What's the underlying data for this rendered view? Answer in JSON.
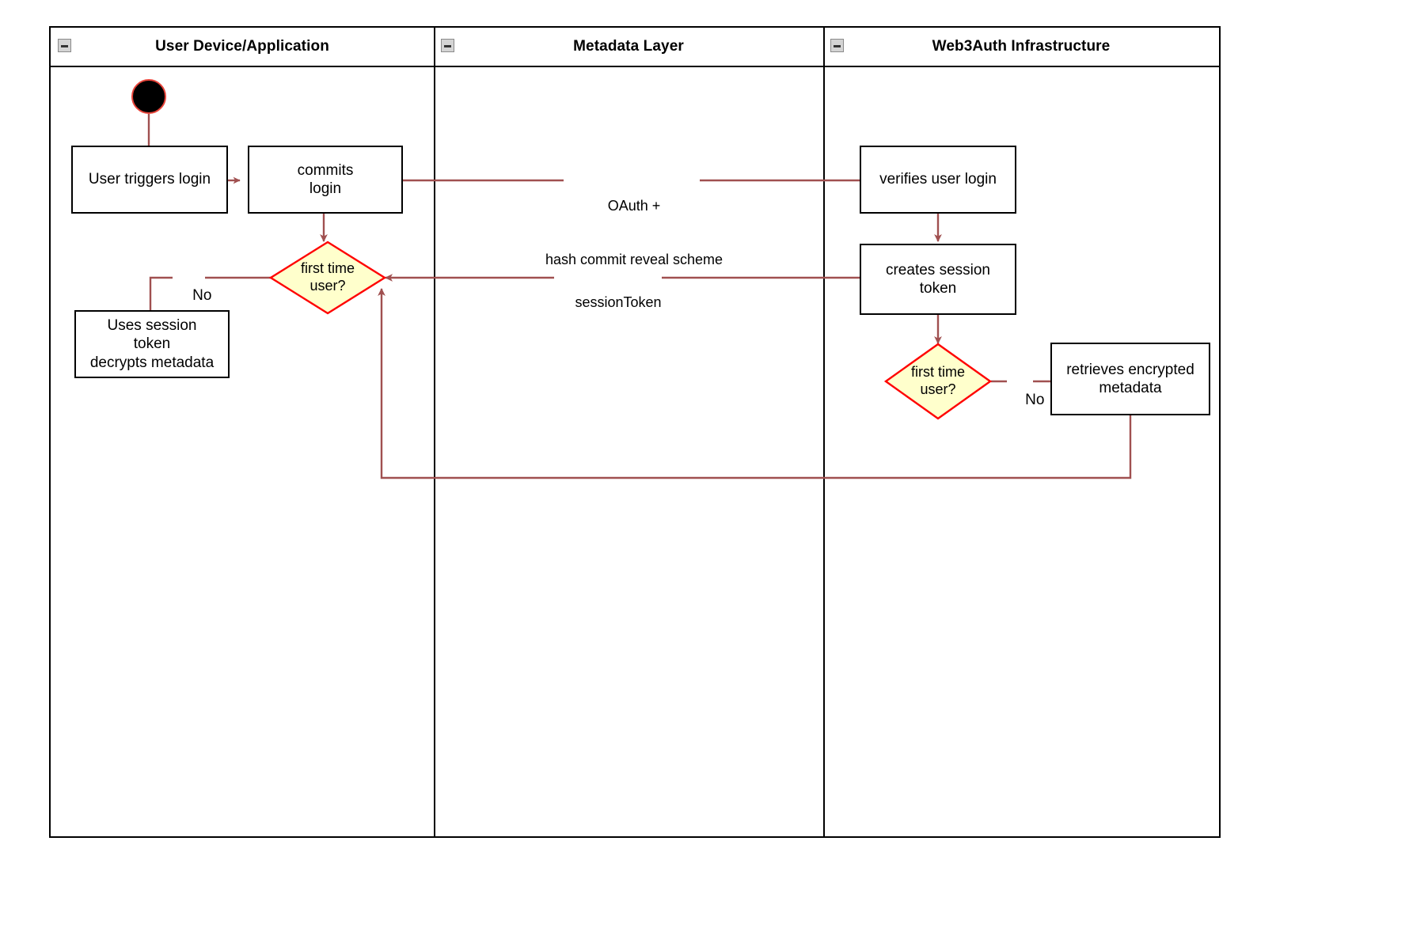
{
  "diagram": {
    "type": "uml-activity-swimlane",
    "colors": {
      "edge": "#a05050",
      "decision_border": "#ff0000",
      "decision_fill": "#ffffcc",
      "node_border": "#000000",
      "node_fill": "#ffffff",
      "start_fill": "#000000",
      "start_ring": "#e8443a",
      "lane_border": "#000000",
      "collapse_box": "#d4d4d4"
    },
    "lanes": [
      {
        "id": "user-device",
        "title": "User Device/Application",
        "collapse_icon": "collapse-minus-icon"
      },
      {
        "id": "metadata-layer",
        "title": "Metadata Layer",
        "collapse_icon": "collapse-minus-icon"
      },
      {
        "id": "web3auth",
        "title": "Web3Auth Infrastructure",
        "collapse_icon": "collapse-minus-icon"
      }
    ],
    "nodes": [
      {
        "id": "start",
        "kind": "start",
        "label": ""
      },
      {
        "id": "user-triggers-login",
        "kind": "activity",
        "lane": "user-device",
        "label": "User triggers login"
      },
      {
        "id": "commits-login",
        "kind": "activity",
        "lane": "user-device",
        "label": "commits\nlogin"
      },
      {
        "id": "first-time-user-left",
        "kind": "decision",
        "lane": "user-device",
        "line1": "first time",
        "line2": "user?"
      },
      {
        "id": "uses-session-token",
        "kind": "activity",
        "lane": "user-device",
        "label": "Uses session\ntoken\ndecrypts metadata"
      },
      {
        "id": "verifies-user-login",
        "kind": "activity",
        "lane": "web3auth",
        "label": "verifies user login"
      },
      {
        "id": "creates-session-token",
        "kind": "activity",
        "lane": "web3auth",
        "label": "creates session\ntoken"
      },
      {
        "id": "first-time-user-right",
        "kind": "decision",
        "lane": "web3auth",
        "line1": "first time",
        "line2": "user?"
      },
      {
        "id": "retrieves-encrypted-metadata",
        "kind": "activity",
        "lane": "web3auth",
        "label": "retrieves encrypted\nmetadata"
      }
    ],
    "edges": [
      {
        "id": "start-to-trigger",
        "from": "start",
        "to": "user-triggers-login",
        "label": ""
      },
      {
        "id": "trigger-to-commits",
        "from": "user-triggers-login",
        "to": "commits-login",
        "label": ""
      },
      {
        "id": "commits-to-verifies",
        "from": "commits-login",
        "to": "verifies-user-login",
        "label": "OAuth +\nhash commit reveal scheme"
      },
      {
        "id": "commits-to-decision",
        "from": "commits-login",
        "to": "first-time-user-left",
        "label": ""
      },
      {
        "id": "decision-left-no",
        "from": "first-time-user-left",
        "to": "uses-session-token",
        "label": "No"
      },
      {
        "id": "verifies-to-creates",
        "from": "verifies-user-login",
        "to": "creates-session-token",
        "label": ""
      },
      {
        "id": "creates-to-decision-left",
        "from": "creates-session-token",
        "to": "first-time-user-left",
        "label": "sessionToken"
      },
      {
        "id": "creates-to-decision-right",
        "from": "creates-session-token",
        "to": "first-time-user-right",
        "label": "",
        "bidirectional": true
      },
      {
        "id": "decision-right-no",
        "from": "first-time-user-right",
        "to": "retrieves-encrypted-metadata",
        "label": "No"
      },
      {
        "id": "retrieves-back-to-decision-left",
        "from": "retrieves-encrypted-metadata",
        "to": "first-time-user-left",
        "label": ""
      }
    ],
    "labels": {
      "oauth_line1": "OAuth +",
      "oauth_line2": "hash commit reveal scheme",
      "session_token": "sessionToken",
      "no_left": "No",
      "no_right": "No"
    }
  }
}
